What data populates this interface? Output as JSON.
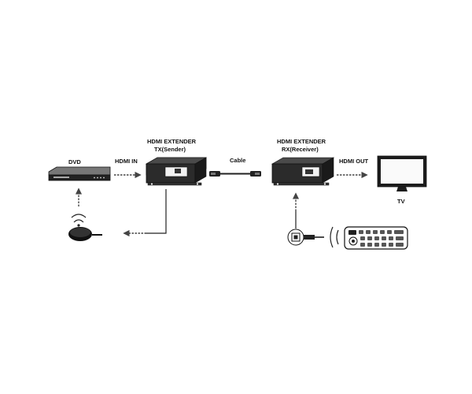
{
  "labels": {
    "dvd": "DVD",
    "hdmi_in": "HDMI IN",
    "tx_title": "HDMI EXTENDER",
    "tx_sub": "TX(Sender)",
    "cable": "Cable",
    "rx_title": "HDMI EXTENDER",
    "rx_sub": "RX(Receiver)",
    "hdmi_out": "HDMI OUT",
    "tv": "TV"
  },
  "icons": {
    "dvd": "dvd-player-icon",
    "tx": "hdmi-extender-tx-icon",
    "cable": "cable-icon",
    "rx": "hdmi-extender-rx-icon",
    "tv": "tv-icon",
    "ir_emitter": "ir-emitter-icon",
    "ir_receiver": "ir-receiver-icon",
    "remote": "remote-control-icon",
    "wifi_signal": "ir-signal-icon"
  }
}
